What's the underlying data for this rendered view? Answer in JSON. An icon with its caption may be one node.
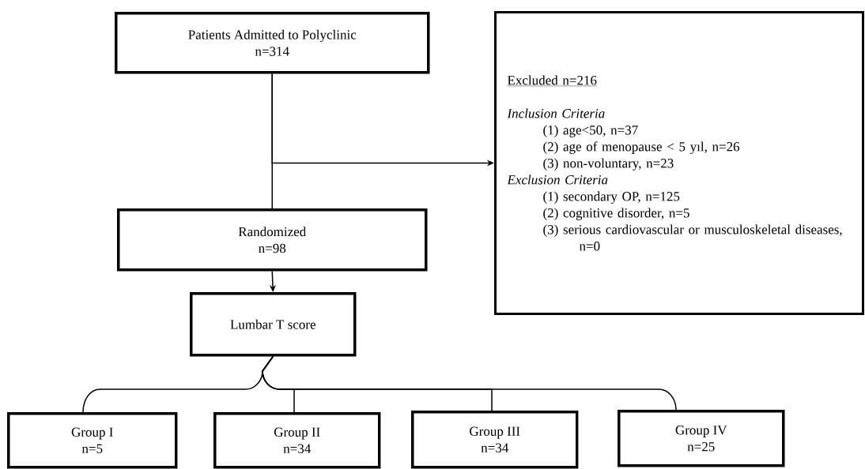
{
  "diagram": {
    "nodes": [
      {
        "text": [
          "Patients Admitted to Polyclinic",
          "n=314"
        ]
      },
      {
        "text": [
          "Excluded  n=216",
          "Inclusion Criteria",
          "(1) age<50, n=37",
          "(2) age of menopause < 5 yıl, n=26",
          "(3) non-voluntary, n=23",
          "Exclusion Criteria",
          "(1) secondary OP, n=125",
          "(2) cognitive disorder, n=5",
          "(3) serious cardiovascular or musculoskeletal diseases, n=0"
        ]
      },
      {
        "text": [
          "Randomized",
          "n=98"
        ]
      },
      {
        "text": [
          "Lumbar T score"
        ]
      },
      {
        "text": [
          "Group I",
          "n=5"
        ]
      },
      {
        "text": [
          "Group II",
          "n=34"
        ]
      },
      {
        "text": [
          "Group III",
          "n=34"
        ]
      },
      {
        "text": [
          "Group IV",
          "n=25"
        ]
      }
    ],
    "edges": [
      {
        "from": 0,
        "to": 2,
        "arrow": "none"
      },
      {
        "from": 0,
        "to": 1,
        "arrow": "to"
      },
      {
        "from": 2,
        "to": 3,
        "arrow": "to"
      },
      {
        "from": 3,
        "to": 4,
        "arrow": "none"
      },
      {
        "from": 3,
        "to": 5,
        "arrow": "none"
      },
      {
        "from": 3,
        "to": 6,
        "arrow": "none"
      },
      {
        "from": 3,
        "to": 7,
        "arrow": "none"
      }
    ]
  }
}
